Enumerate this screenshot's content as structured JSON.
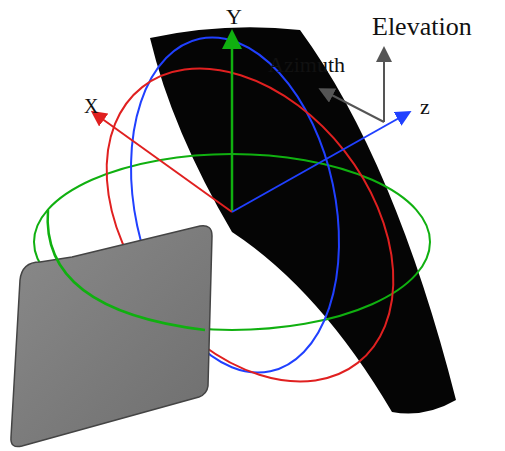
{
  "diagram": {
    "labels": [
      "Y",
      "Elevation",
      "Azimuth",
      "X",
      "z"
    ]
  }
}
